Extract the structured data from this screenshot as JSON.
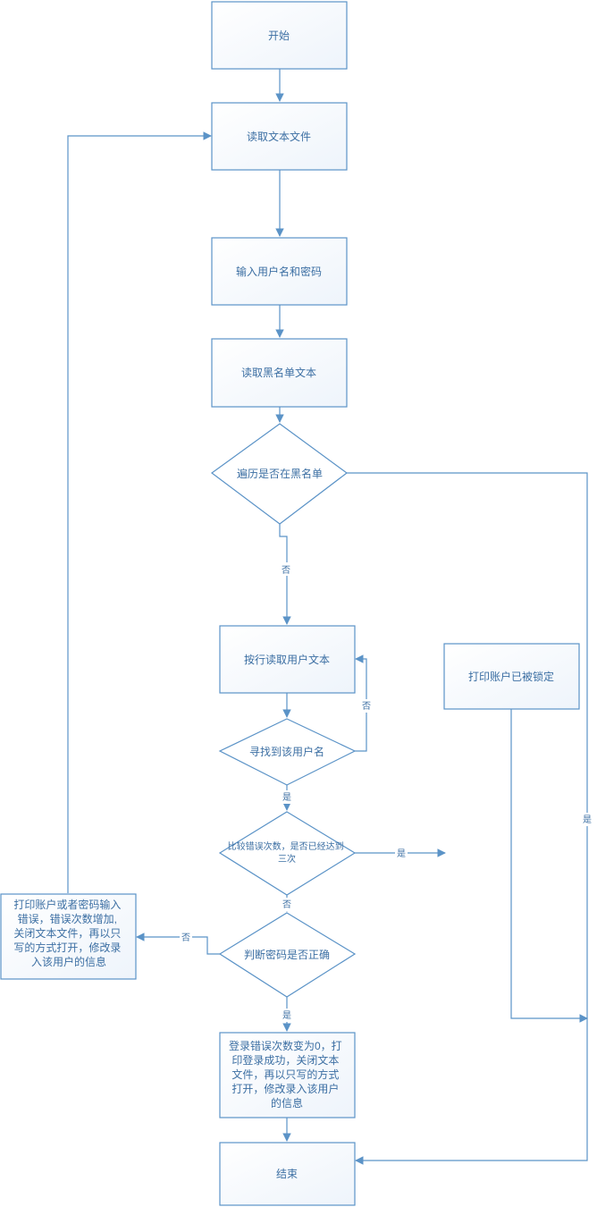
{
  "nodes": {
    "start": "开始",
    "read_file": "读取文本文件",
    "input_credentials": "输入用户名和密码",
    "read_blacklist": "读取黑名单文本",
    "check_blacklist": "遍历是否在黑名单",
    "read_user_lines": "按行读取用户文本",
    "find_user": "寻找到该用户名",
    "compare_errors": [
      "比较错误次数，是否已经达到",
      "三次"
    ],
    "check_password": "判断密码是否正确",
    "print_error": [
      "打印账户或者密码输入",
      "错误，错误次数增加,",
      "关闭文本文件，再以只",
      "写的方式打开，修改录",
      "入该用户的信息"
    ],
    "print_locked": "打印账户已被锁定",
    "login_success": [
      "登录错误次数变为0，打",
      "印登录成功，关闭文本",
      "文件，再以只写的方式",
      "打开，修改录入该用户",
      "的信息"
    ],
    "end": "结束"
  },
  "edge_labels": {
    "blacklist_no": "否",
    "blacklist_yes": "是",
    "find_no": "否",
    "find_yes": "是",
    "compare_yes": "是",
    "compare_no": "否",
    "password_no": "否",
    "password_yes": "是"
  }
}
